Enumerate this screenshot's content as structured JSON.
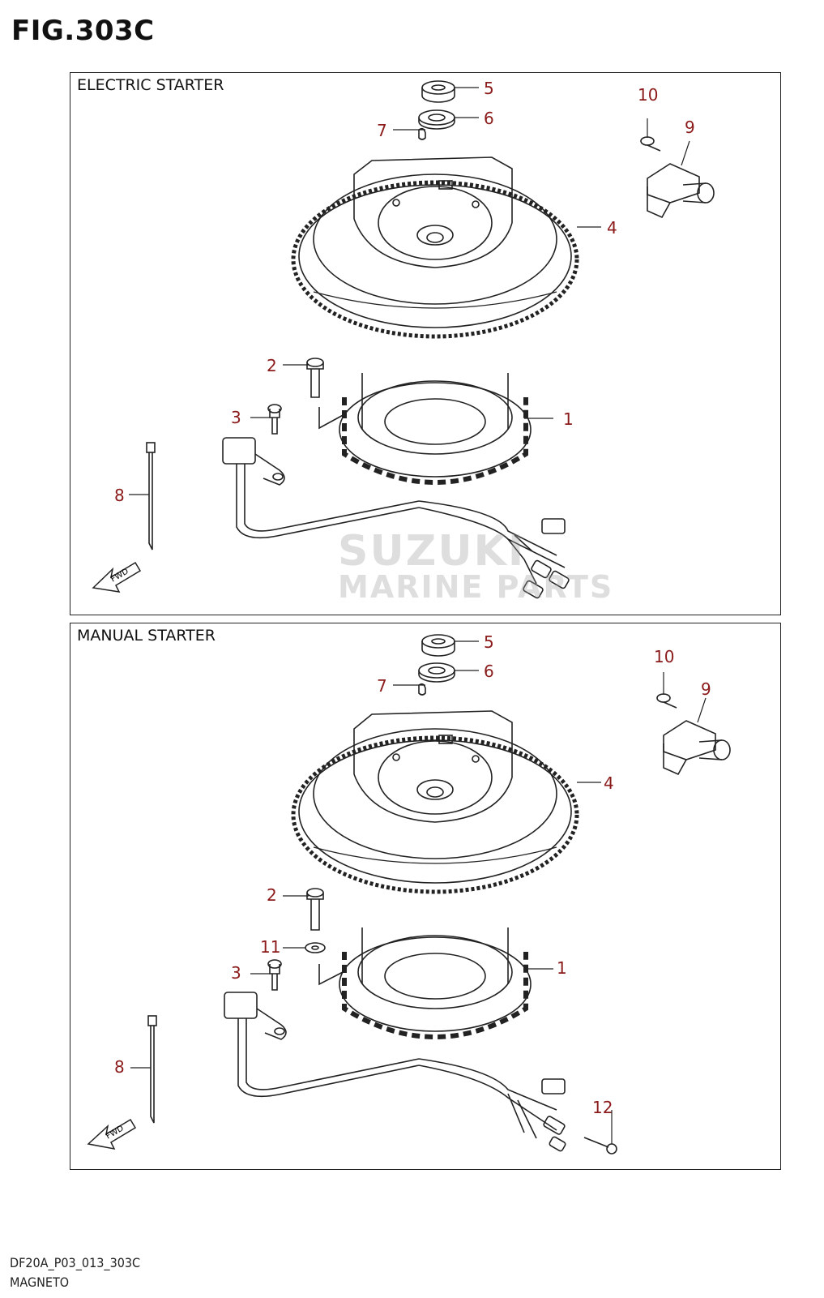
{
  "figure": {
    "title": "FIG.303C"
  },
  "panels": [
    {
      "title": "ELECTRIC STARTER",
      "callouts": [
        "5",
        "6",
        "7",
        "10",
        "9",
        "4",
        "2",
        "1",
        "3",
        "8"
      ]
    },
    {
      "title": "MANUAL STARTER",
      "callouts": [
        "5",
        "6",
        "7",
        "10",
        "9",
        "4",
        "2",
        "11",
        "1",
        "3",
        "8",
        "12"
      ]
    }
  ],
  "fwd_label": "FWD",
  "watermark": {
    "line1": "SUZUKI",
    "line2": "MARINE PARTS"
  },
  "footer": {
    "code": "DF20A_P03_013_303C",
    "name": "MAGNETO"
  },
  "colors": {
    "callout": "#8b1a1a",
    "lines": "#222222"
  }
}
